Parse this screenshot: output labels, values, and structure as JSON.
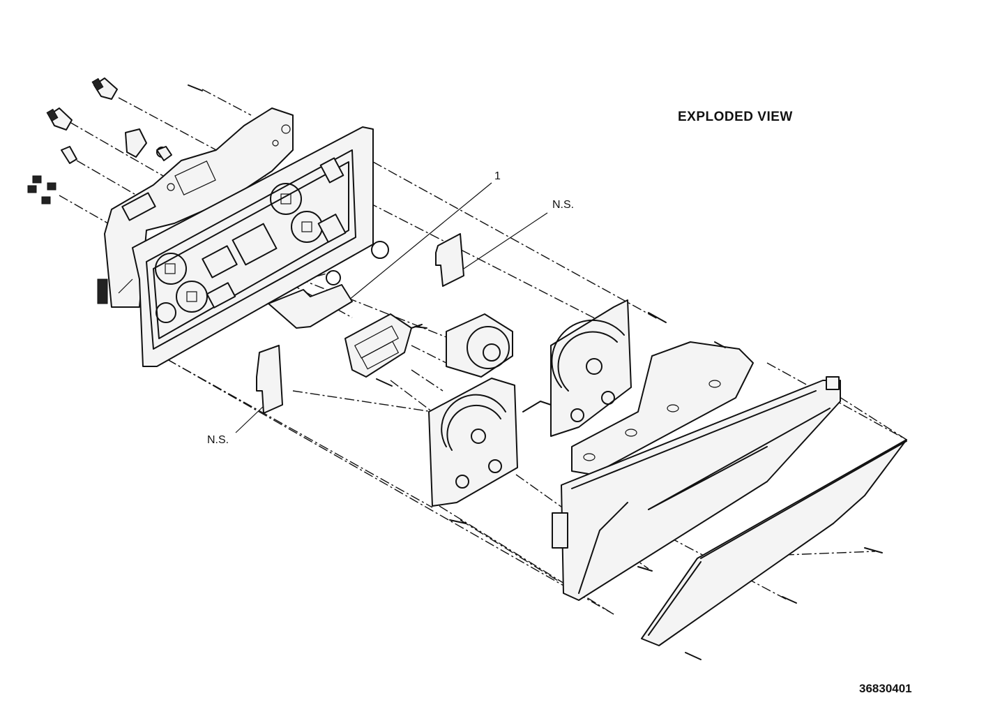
{
  "diagram": {
    "title": "EXPLODED VIEW",
    "callouts": {
      "part_1": "1",
      "not_serviced_top": "N.S.",
      "not_serviced_left": "N.S."
    },
    "figure_number": "36830401"
  }
}
